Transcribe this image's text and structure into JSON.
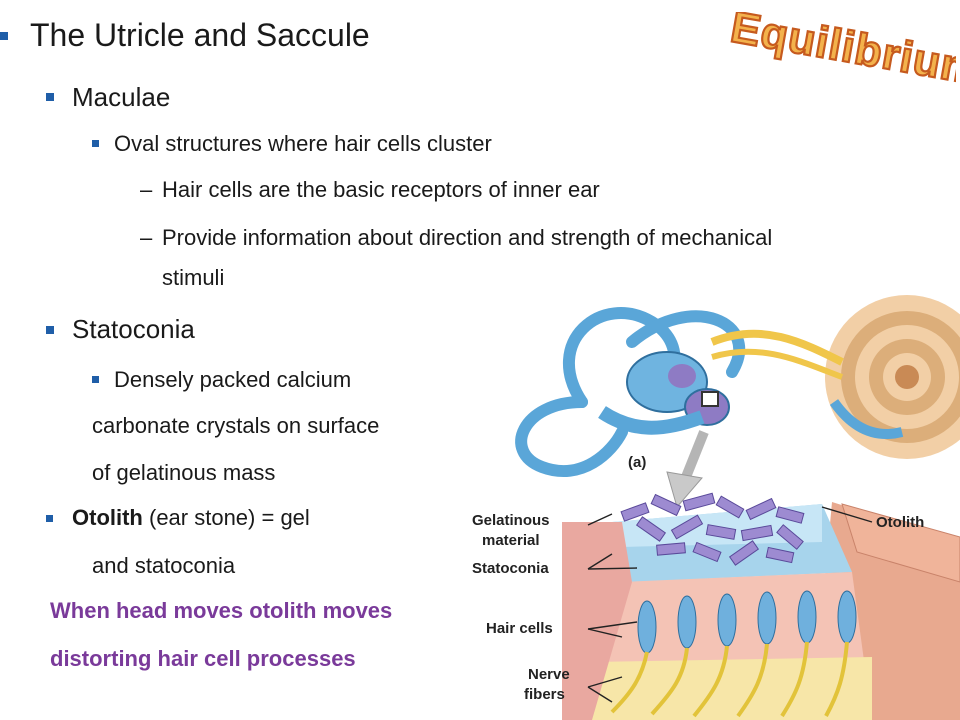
{
  "slide": {
    "heading": "The Utricle and Saccule",
    "wordart": "Equilibrium",
    "maculae": {
      "label": "Maculae",
      "sub": "Oval structures where hair cells cluster",
      "points": [
        "Hair cells are the basic receptors of inner ear",
        "Provide information about direction and strength of mechanical",
        "stimuli"
      ]
    },
    "statoconia": {
      "label": "Statoconia",
      "lines": [
        "Densely packed calcium",
        "carbonate crystals on surface",
        "of gelatinous mass"
      ]
    },
    "otolith": {
      "bold": "Otolith",
      "rest": " (ear stone) = gel",
      "line2": "and statoconia"
    },
    "note": [
      "When head moves otolith moves",
      "distorting hair cell processes"
    ]
  },
  "figure": {
    "part_label": "(a)",
    "labels": {
      "gelatinous_1": "Gelatinous",
      "gelatinous_2": "material",
      "statoconia": "Statoconia",
      "hair_cells": "Hair cells",
      "nerve_1": "Nerve",
      "nerve_2": "fibers",
      "otolith": "Otolith"
    }
  },
  "colors": {
    "bullet": "#1f5ea8",
    "note_text": "#7a3a9a",
    "wordart_fill": "#f3b24c",
    "wordart_outline": "#c65a1e"
  }
}
